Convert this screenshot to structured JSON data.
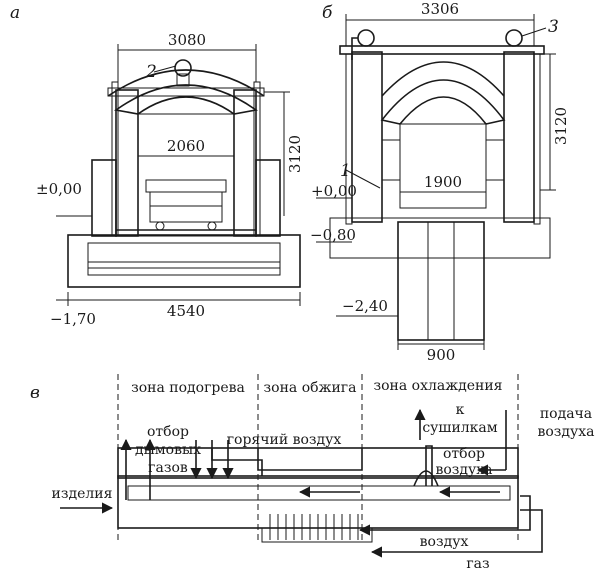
{
  "panel_labels": {
    "a": "а",
    "b": "б",
    "v": "в"
  },
  "callouts": {
    "n1": "1",
    "n2": "2",
    "n3": "3"
  },
  "section_a": {
    "top_width": "3080",
    "chamber_width": "2060",
    "height": "3120",
    "level_zero": "±0,00",
    "level_minus": "−1,70",
    "base_width": "4540"
  },
  "section_b": {
    "top_width": "3306",
    "height": "3120",
    "chamber_width": "1900",
    "level_zero": "+0,00",
    "level_minus_080": "−0,80",
    "level_minus_240": "−2,40",
    "shaft_width": "900"
  },
  "scheme": {
    "zone_preheat": "зона подогрева",
    "zone_firing": "зона обжига",
    "zone_cooling": "зона охлаждения",
    "to_dryers_1": "к",
    "to_dryers_2": "сушилкам",
    "air_supply_1": "подача",
    "air_supply_2": "воздуха",
    "flue_1": "отбор",
    "flue_2": "дымовых",
    "flue_3": "газов",
    "hot_air": "горячий воздух",
    "air_take_1": "отбор",
    "air_take_2": "воздуха",
    "products": "изделия",
    "air": "воздух",
    "gas": "газ"
  }
}
